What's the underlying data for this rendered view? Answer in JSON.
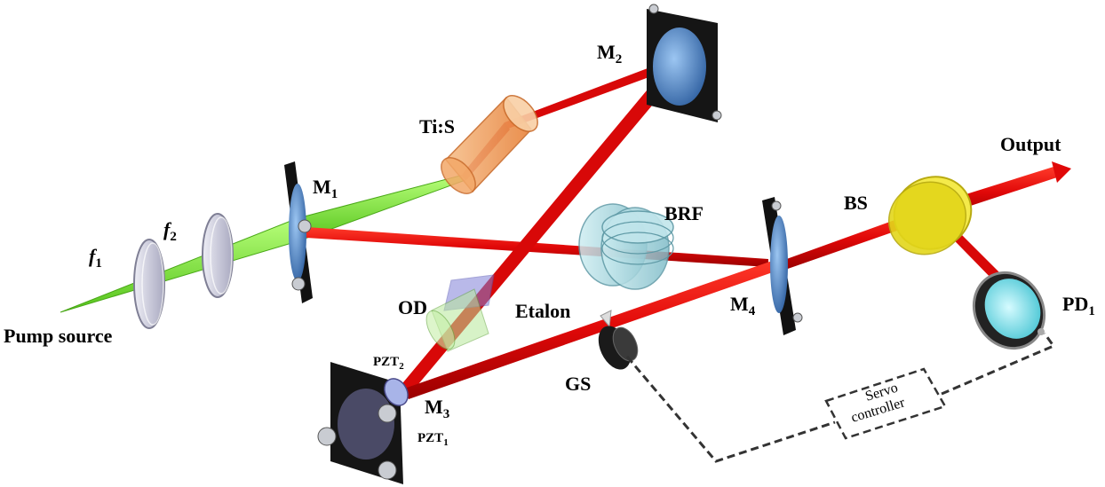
{
  "labels": {
    "m1": "M",
    "m1_sub": "1",
    "m2": "M",
    "m2_sub": "2",
    "m3": "M",
    "m3_sub": "3",
    "m4": "M",
    "m4_sub": "4",
    "tis": "Ti:S",
    "brf": "BRF",
    "bs": "BS",
    "output": "Output",
    "pd": "PD",
    "pd_sub": "1",
    "etalon": "Etalon",
    "gs": "GS",
    "od": "OD",
    "pzt2": "PZT",
    "pzt2_sub": "2",
    "pzt1": "PZT",
    "pzt1_sub": "1",
    "f1": "f",
    "f1_sub": "1",
    "f2": "f",
    "f2_sub": "2",
    "pump": "Pump source",
    "servo_line1": "Servo",
    "servo_line2": "controller"
  },
  "colors": {
    "laser_beam": "#e01010",
    "pump_beam": "#7ee83a",
    "mirror_frame": "#1a1a1a",
    "mirror_glass": "#3a6fb5",
    "tis_crystal": "#f2a060",
    "brf_plate": "#9fd4de",
    "beam_splitter": "#e8dc1a",
    "photodiode": "#7fe3ec",
    "od_box": "#8080d8"
  }
}
